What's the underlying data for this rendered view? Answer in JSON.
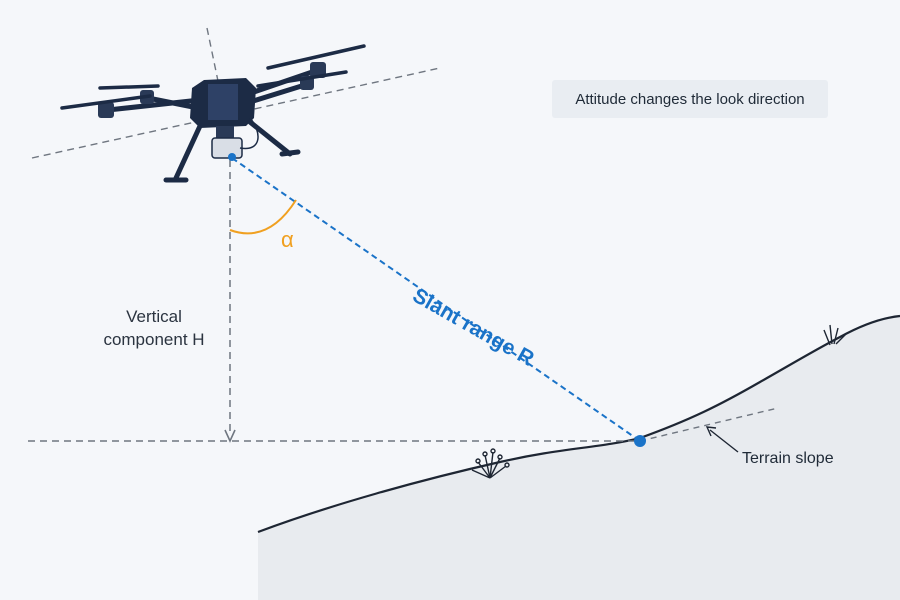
{
  "annotation": {
    "text": "Attitude changes the look direction"
  },
  "labels": {
    "vertical_line1": "Vertical",
    "vertical_line2": "component H",
    "angle": "α",
    "slant_range": "Slant range R",
    "terrain_slope": "Terrain slope"
  },
  "colors": {
    "slant_line": "#1a73c8",
    "angle_arc": "#f0a020",
    "drone_body": "#1c2b45",
    "terrain_fill": "#e8ebef"
  },
  "icons": {
    "drone": "quadcopter-drone-icon",
    "plant_left": "shrub-icon",
    "plant_right": "grass-tuft-icon"
  }
}
